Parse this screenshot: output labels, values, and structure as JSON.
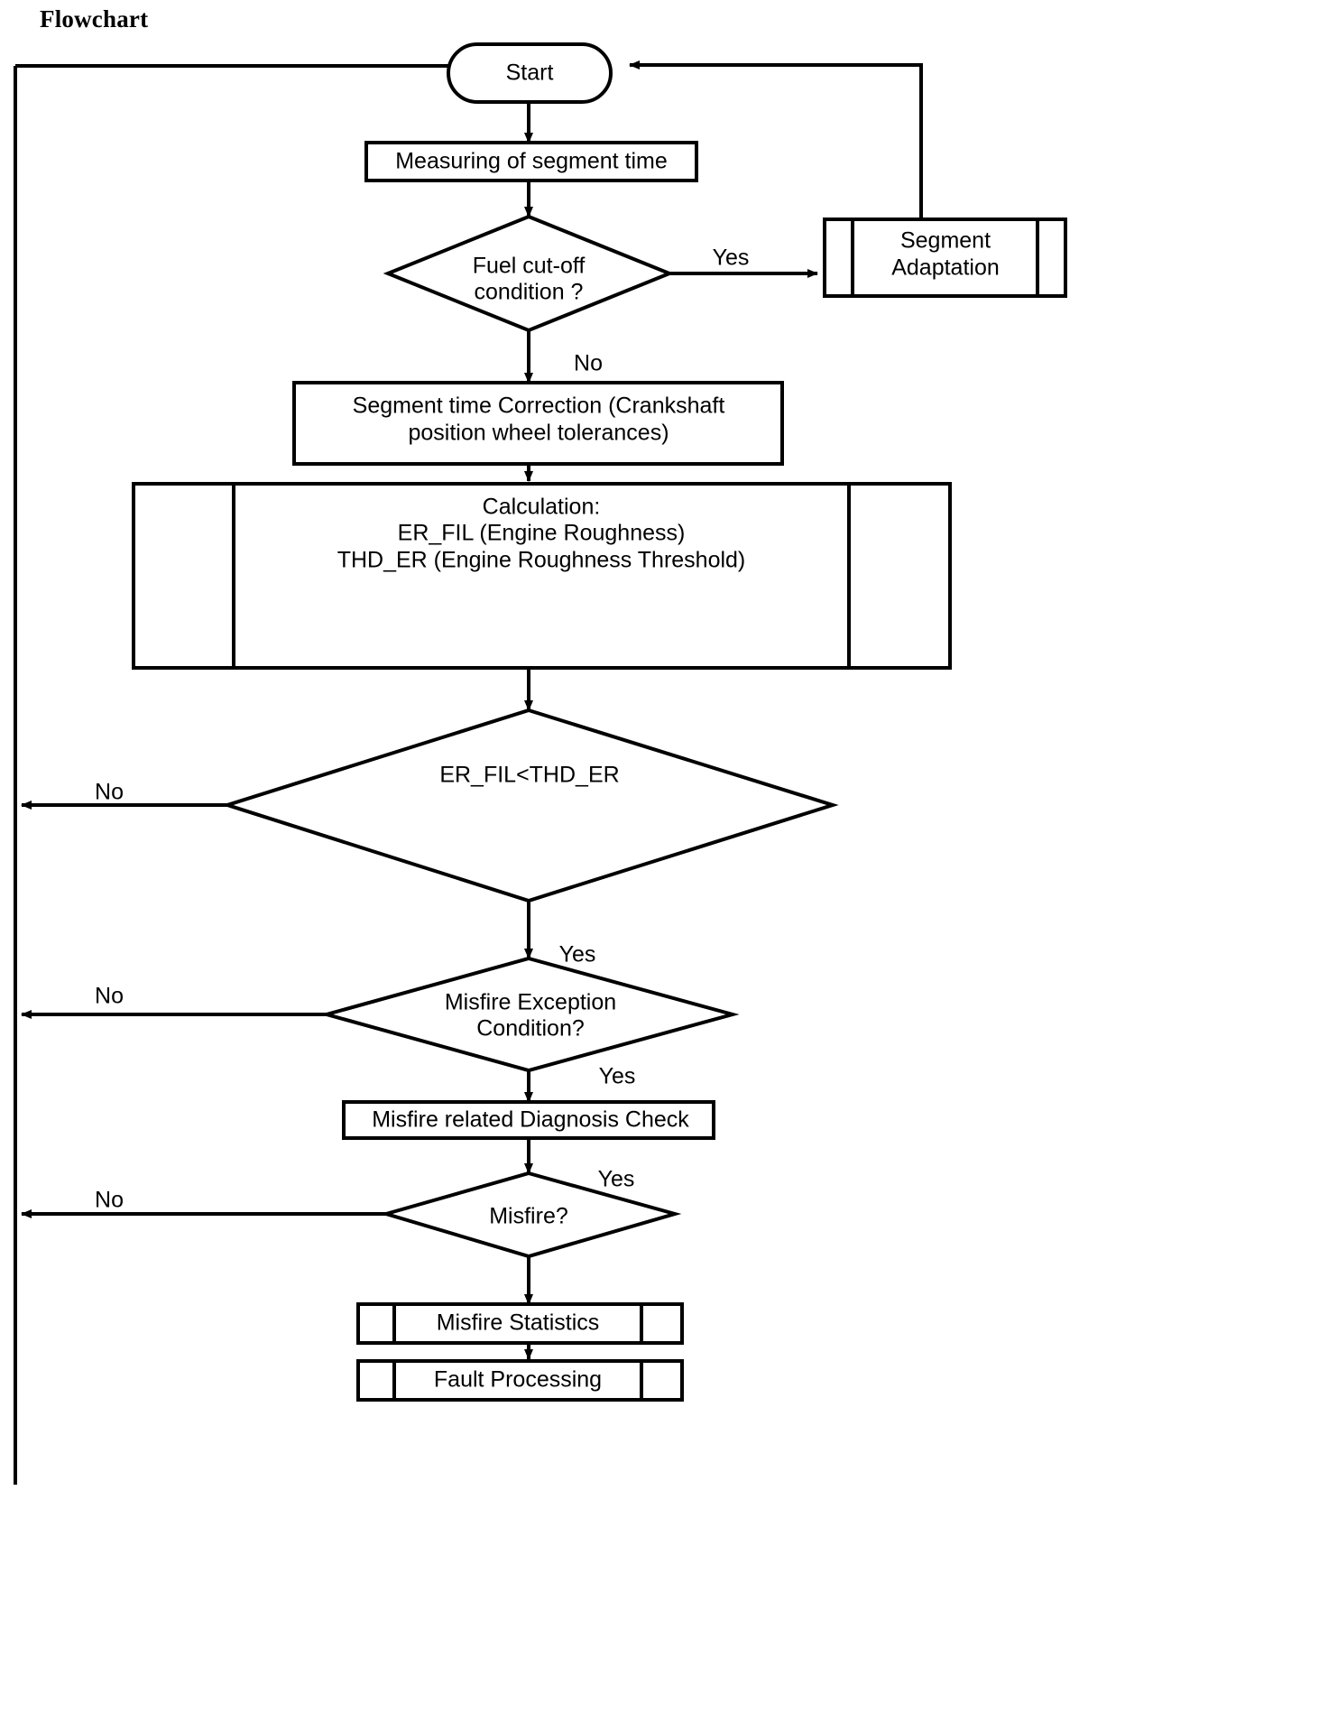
{
  "title": "Flowchart",
  "diagram": {
    "type": "flowchart",
    "orientation": "top-to-bottom",
    "nodes": [
      {
        "id": "start",
        "shape": "terminator",
        "label": "Start"
      },
      {
        "id": "measure",
        "shape": "process",
        "label": "Measuring of segment time"
      },
      {
        "id": "fuel_cutoff",
        "shape": "decision",
        "line1": "Fuel cut-off",
        "line2": "condition ?"
      },
      {
        "id": "segment_adaptation",
        "shape": "subroutine",
        "line1": "Segment",
        "line2": "Adaptation"
      },
      {
        "id": "segment_correction",
        "shape": "process",
        "line1": "Segment time Correction (Crankshaft",
        "line2": "position wheel tolerances)"
      },
      {
        "id": "calculation",
        "shape": "subroutine",
        "line1": "Calculation:",
        "line2": "ER_FIL (Engine Roughness)",
        "line3": "THD_ER (Engine Roughness Threshold)"
      },
      {
        "id": "er_compare",
        "shape": "decision",
        "line1": "ER_FIL<THD_ER"
      },
      {
        "id": "misfire_exception",
        "shape": "decision",
        "line1": "Misfire Exception",
        "line2": "Condition?"
      },
      {
        "id": "diagnosis_check",
        "shape": "process",
        "label": "Misfire related Diagnosis Check"
      },
      {
        "id": "misfire",
        "shape": "decision",
        "line1": "Misfire?"
      },
      {
        "id": "misfire_statistics",
        "shape": "subroutine",
        "label": "Misfire Statistics"
      },
      {
        "id": "fault_processing",
        "shape": "subroutine",
        "label": "Fault Processing"
      }
    ],
    "edges": [
      {
        "from": "start",
        "to": "measure",
        "label": ""
      },
      {
        "from": "measure",
        "to": "fuel_cutoff",
        "label": ""
      },
      {
        "from": "fuel_cutoff",
        "to": "segment_adaptation",
        "label": "Yes"
      },
      {
        "from": "segment_adaptation",
        "to": "start",
        "label": ""
      },
      {
        "from": "fuel_cutoff",
        "to": "segment_correction",
        "label": "No"
      },
      {
        "from": "segment_correction",
        "to": "calculation",
        "label": ""
      },
      {
        "from": "calculation",
        "to": "er_compare",
        "label": ""
      },
      {
        "from": "er_compare",
        "to": "start",
        "label": "No"
      },
      {
        "from": "er_compare",
        "to": "misfire_exception",
        "label": "Yes"
      },
      {
        "from": "misfire_exception",
        "to": "start",
        "label": "No"
      },
      {
        "from": "misfire_exception",
        "to": "diagnosis_check",
        "label": "Yes"
      },
      {
        "from": "diagnosis_check",
        "to": "misfire",
        "label": ""
      },
      {
        "from": "misfire",
        "to": "start",
        "label": "No"
      },
      {
        "from": "misfire",
        "to": "misfire_statistics",
        "label": "Yes"
      },
      {
        "from": "misfire_statistics",
        "to": "fault_processing",
        "label": ""
      }
    ],
    "edge_labels": {
      "fuel_cutoff_yes": "Yes",
      "fuel_cutoff_no": "No",
      "er_compare_no": "No",
      "er_compare_yes": "Yes",
      "misfire_exception_no": "No",
      "misfire_exception_yes": "Yes",
      "misfire_yes": "Yes",
      "misfire_no": "No"
    },
    "colors": {
      "stroke": "#000000",
      "fill": "#ffffff",
      "text": "#000000"
    }
  }
}
